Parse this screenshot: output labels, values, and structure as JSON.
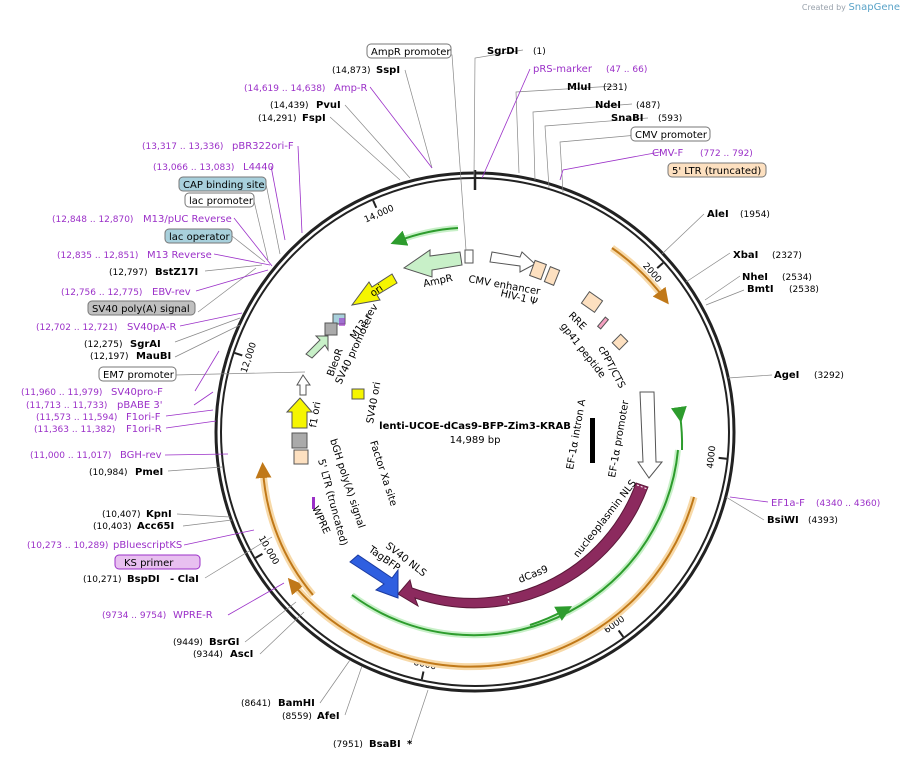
{
  "branding": {
    "created_by": "Created by",
    "brand": "SnapGene"
  },
  "plasmid": {
    "name": "lenti-UCOE-dCas9-BFP-Zim3-KRAB",
    "size": "14,989 bp",
    "length": 14989
  },
  "ruler_ticks": [
    {
      "bp": 2000,
      "label": "2000"
    },
    {
      "bp": 4000,
      "label": "4000"
    },
    {
      "bp": 6000,
      "label": "6000"
    },
    {
      "bp": 8000,
      "label": "8000"
    },
    {
      "bp": 10000,
      "label": "10,000"
    },
    {
      "bp": 12000,
      "label": "12,000"
    },
    {
      "bp": 14000,
      "label": "14,000"
    }
  ],
  "sites": [
    {
      "name": "SgrDI",
      "pos": "(1)",
      "bp": 1
    },
    {
      "name": "MluI",
      "pos": "(231)",
      "bp": 231
    },
    {
      "name": "NdeI",
      "pos": "(487)",
      "bp": 487
    },
    {
      "name": "SnaBI",
      "pos": "(593)",
      "bp": 593
    },
    {
      "name": "AleI",
      "pos": "(1954)",
      "bp": 1954
    },
    {
      "name": "XbaI",
      "pos": "(2327)",
      "bp": 2327
    },
    {
      "name": "NheI",
      "pos": "(2534)",
      "bp": 2534
    },
    {
      "name": "BmtI",
      "pos": "(2538)",
      "bp": 2538
    },
    {
      "name": "AgeI",
      "pos": "(3292)",
      "bp": 3292
    },
    {
      "name": "BsiWI",
      "pos": "(4393)",
      "bp": 4393
    },
    {
      "name": "BsaBI",
      "pos": "(7951)",
      "bp": 7951,
      "star": "*"
    },
    {
      "name": "AfeI",
      "pos": "(8559)",
      "bp": 8559
    },
    {
      "name": "BamHI",
      "pos": "(8641)",
      "bp": 8641
    },
    {
      "name": "AscI",
      "pos": "(9344)",
      "bp": 9344
    },
    {
      "name": "BsrGI",
      "pos": "(9449)",
      "bp": 9449
    },
    {
      "name": "BspDI",
      "pos": "(10,271)",
      "bp": 10271,
      "extra": "- ClaI"
    },
    {
      "name": "Acc65I",
      "pos": "(10,403)",
      "bp": 10403
    },
    {
      "name": "KpnI",
      "pos": "(10,407)",
      "bp": 10407
    },
    {
      "name": "PmeI",
      "pos": "(10,984)",
      "bp": 10984
    },
    {
      "name": "MauBI",
      "pos": "(12,197)",
      "bp": 12197
    },
    {
      "name": "SgrAI",
      "pos": "(12,275)",
      "bp": 12275
    },
    {
      "name": "BstZ17I",
      "pos": "(12,797)",
      "bp": 12797
    },
    {
      "name": "FspI",
      "pos": "(14,291)",
      "bp": 14291
    },
    {
      "name": "PvuI",
      "pos": "(14,439)",
      "bp": 14439
    },
    {
      "name": "SspI",
      "pos": "(14,873)",
      "bp": 14873
    }
  ],
  "primers": [
    {
      "name": "pRS-marker",
      "pos": "(47 .. 66)"
    },
    {
      "name": "CMV-F",
      "pos": "(772 .. 792)"
    },
    {
      "name": "EF1a-F",
      "pos": "(4340 .. 4360)"
    },
    {
      "name": "WPRE-R",
      "pos": "(9734 .. 9754)"
    },
    {
      "name": "pBluescriptKS",
      "pos": "(10,273 .. 10,289)"
    },
    {
      "name": "BGH-rev",
      "pos": "(11,000 .. 11,017)"
    },
    {
      "name": "F1ori-R",
      "pos": "(11,363 .. 11,382)"
    },
    {
      "name": "F1ori-F",
      "pos": "(11,573 .. 11,594)"
    },
    {
      "name": "pBABE 3'",
      "pos": "(11,713 .. 11,733)"
    },
    {
      "name": "SV40pro-F",
      "pos": "(11,960 .. 11,979)"
    },
    {
      "name": "SV40pA-R",
      "pos": "(12,702 .. 12,721)"
    },
    {
      "name": "EBV-rev",
      "pos": "(12,756 .. 12,775)"
    },
    {
      "name": "M13 Reverse",
      "pos": "(12,835 .. 12,851)"
    },
    {
      "name": "M13/pUC Reverse",
      "pos": "(12,848 .. 12,870)"
    },
    {
      "name": "L4440",
      "pos": "(13,066 .. 13,083)"
    },
    {
      "name": "pBR322ori-F",
      "pos": "(13,317 .. 13,336)"
    },
    {
      "name": "Amp-R",
      "pos": "(14,619 .. 14,638)"
    }
  ],
  "boxed_labels": [
    {
      "text": "AmpR promoter"
    },
    {
      "text": "CMV promoter"
    },
    {
      "text": "5' LTR (truncated)"
    },
    {
      "text": "CAP binding site"
    },
    {
      "text": "lac promoter"
    },
    {
      "text": "lac operator"
    },
    {
      "text": "SV40 poly(A) signal"
    },
    {
      "text": "EM7 promoter"
    },
    {
      "text": "KS primer"
    }
  ],
  "features": [
    {
      "text": "CMV enhancer"
    },
    {
      "text": "HIV-1 Ψ"
    },
    {
      "text": "RRE"
    },
    {
      "text": "gp41 peptide"
    },
    {
      "text": "cPPT/CTS"
    },
    {
      "text": "EF-1α promoter"
    },
    {
      "text": "EF-1α intron A"
    },
    {
      "text": "nucleoplasmin NLS"
    },
    {
      "text": "dCas9"
    },
    {
      "text": "TagBFP"
    },
    {
      "text": "SV40 NLS"
    },
    {
      "text": "WPRE"
    },
    {
      "text": "5' LTR (truncated)"
    },
    {
      "text": "bGH poly(A) signal"
    },
    {
      "text": "Factor Xa site"
    },
    {
      "text": "f1 ori"
    },
    {
      "text": "SV40 ori"
    },
    {
      "text": "SV40 promoter"
    },
    {
      "text": "BleoR"
    },
    {
      "text": "M13 rev"
    },
    {
      "text": "ori"
    },
    {
      "text": "AmpR"
    }
  ],
  "colors": {
    "backbone": "#222222",
    "primer": "#9b30c8",
    "dcas9": "#8c2a5e",
    "tagbfp": "#2f5fe0",
    "ori": "#f5f500",
    "ampr": "#c8f0c8",
    "orange_arc": "#e8a030",
    "green_arc": "#2d9c2d",
    "ltr_fill": "#fde0c0",
    "cap_fill": "#a8d0dc",
    "sv40pa_fill": "#c0c0c0",
    "ks_fill": "#e8c0f0"
  }
}
